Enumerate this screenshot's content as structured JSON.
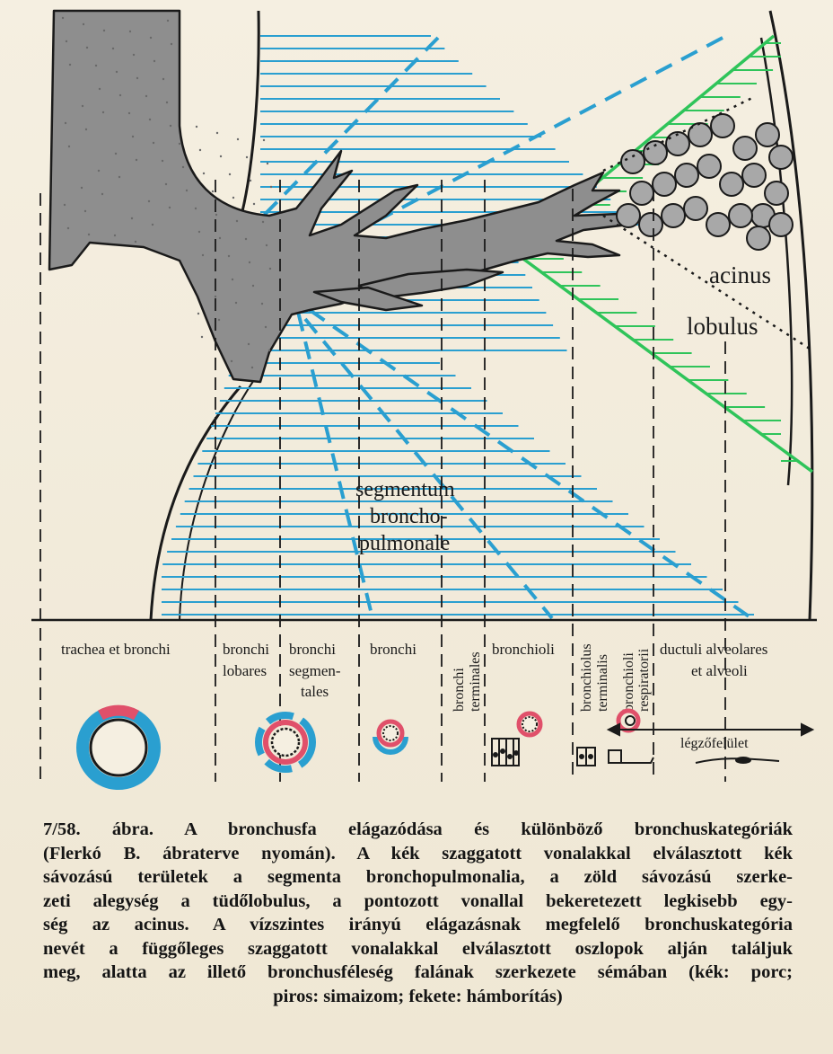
{
  "labels": {
    "acinus": "acinus",
    "lobulus": "lobulus",
    "segment_line1": "segmentum",
    "segment_line2": "broncho-",
    "segment_line3": "pulmonale"
  },
  "categories": [
    {
      "id": "trachea",
      "lines": [
        "trachea et bronchi"
      ]
    },
    {
      "id": "lobares",
      "lines": [
        "bronchi",
        "lobares"
      ]
    },
    {
      "id": "segmentales",
      "lines": [
        "bronchi",
        "segmen-",
        "tales"
      ]
    },
    {
      "id": "bronchi",
      "lines": [
        "bronchi"
      ]
    },
    {
      "id": "terminales",
      "lines": [
        "bronchi",
        "terminales"
      ]
    },
    {
      "id": "bronchioli",
      "lines": [
        "bronchioli"
      ]
    },
    {
      "id": "bronchiolus_terminalis",
      "lines": [
        "bronchiolus",
        "terminalis"
      ]
    },
    {
      "id": "bronchioli_respiratorii",
      "lines": [
        "bronchioli",
        "respiratorii"
      ]
    },
    {
      "id": "ductuli",
      "lines": [
        "ductuli alveolares",
        "et alveoli"
      ]
    }
  ],
  "respiratory_surface_label": "légzőfelület",
  "caption": {
    "lines": [
      "7/58. ábra. A bronchusfa elágazódása és különböző bronchuskategóriák",
      "(Flerkó B. ábraterve nyomán). A kék szaggatott vonalakkal elválasztott kék",
      "sávozású területek a segmenta bronchopulmonalia, a zöld sávozású szerke-",
      "zeti alegység a tüdőlobulus, a pontozott vonallal bekeretezett legkisebb egy-",
      "ség az acinus. A vízszintes irányú elágazásnak megfelelő bronchuskategória",
      "nevét a függőleges szaggatott vonalakkal elválasztott oszlopok alján találjuk",
      "meg, alatta az illető bronchusféleség falának szerkezete sémában (kék: porc;",
      "piros: simaizom; fekete: hámborítás)"
    ]
  },
  "colors": {
    "cartilage_blue": "#2a9fd0",
    "smooth_muscle_red": "#e0506a",
    "lobule_green": "#2fc45a",
    "bronchus_grey": "#8e8e8e",
    "ink": "#1a1a1a"
  }
}
